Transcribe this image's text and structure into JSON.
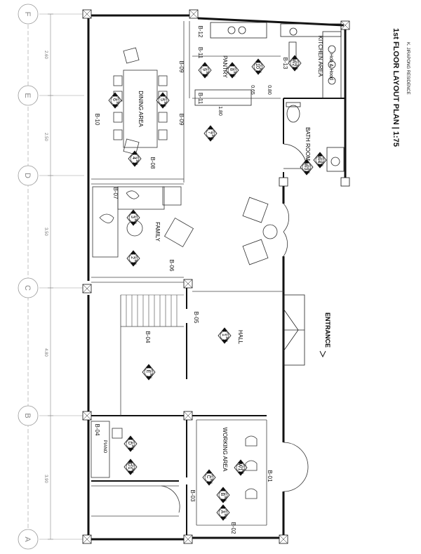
{
  "title": "1st FLOOR LAYOUT PLAN",
  "scale": "1:75",
  "subtitle": "K. JIRAPONG RESIDENCE",
  "grid_lines": [
    "F",
    "E",
    "D",
    "C",
    "B",
    "A"
  ],
  "dimensions": [
    "2.60",
    "2.50",
    "3.50",
    "4.80",
    "3.90"
  ],
  "rooms": {
    "dining": "DINING AREA",
    "pantry": "PANTRY",
    "kitchen": "KITCHEN AREA",
    "hob": "Hob & Hood",
    "bath": "BATH ROOM",
    "family": "FAMILY",
    "hall": "HALL",
    "working": "WORKING AREA",
    "piano": "PIANO",
    "entrance": "ENTRANCE"
  },
  "wall_codes": [
    "B-10",
    "B-09",
    "B-09",
    "B-11",
    "B-11",
    "B-12",
    "B-13",
    "B-08",
    "B-07",
    "B-06",
    "B-05",
    "B-04",
    "B-04",
    "B-03",
    "B-02",
    "B-01"
  ],
  "small_dims": [
    "0.65",
    "0.80",
    "1.80"
  ],
  "elevation_markers": [
    {
      "num": "6",
      "ref": "(D-B10)"
    },
    {
      "num": "5",
      "ref": "(D-B09)"
    },
    {
      "num": "9",
      "ref": "(D-B09)"
    },
    {
      "num": "8",
      "ref": "(D-B11)"
    },
    {
      "num": "10",
      "ref": "(D-B13)"
    },
    {
      "num": "W2",
      "ref": "(D-B13)"
    },
    {
      "num": "7",
      "ref": "(D-B11)"
    },
    {
      "num": "4",
      "ref": "(D-B08)"
    },
    {
      "num": "3",
      "ref": "(D-B07)"
    },
    {
      "num": "2",
      "ref": "(D-B06)"
    },
    {
      "num": "1",
      "ref": "(D-B05)"
    },
    {
      "num": "E",
      "ref": "(D-B04)"
    },
    {
      "num": "D",
      "ref": "(D-B04)"
    },
    {
      "num": "D1",
      "ref": "(D-B04)"
    },
    {
      "num": "C",
      "ref": "(D-B03)"
    },
    {
      "num": "B",
      "ref": "(D-B02)"
    },
    {
      "num": "A",
      "ref": "(D-B01)"
    },
    {
      "num": "W1",
      "ref": "(D-B01)"
    },
    {
      "num": "W3",
      "ref": "(D-B13)"
    },
    {
      "num": "W4",
      "ref": "(D-B13)"
    }
  ],
  "colors": {
    "line": "#111111",
    "grid": "#999999",
    "light": "#bbbbbb"
  }
}
